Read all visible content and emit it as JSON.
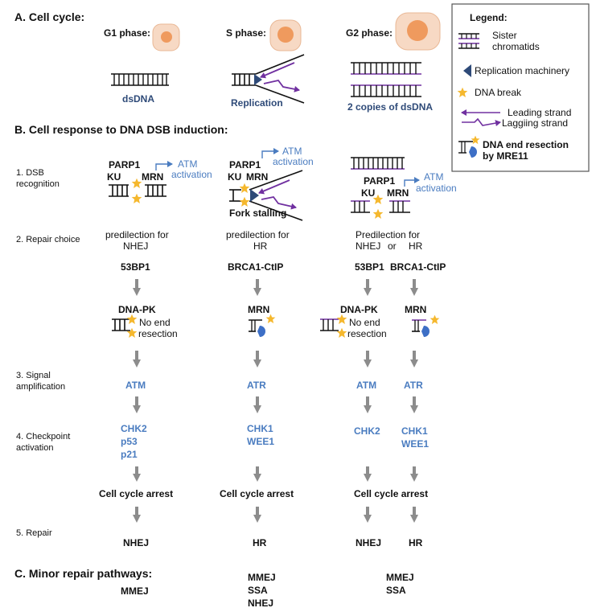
{
  "sections": {
    "a": "A. Cell cycle:",
    "b": "B. Cell response to DNA DSB induction:",
    "c": "C. Minor repair pathways:"
  },
  "phases": {
    "g1": "G1 phase:",
    "s": "S phase:",
    "g2": "G2 phase:",
    "g1_label": "dsDNA",
    "s_label": "Replication",
    "g2_label": "2 copies of dsDNA"
  },
  "legend": {
    "title": "Legend:",
    "sister_1": "Sister",
    "sister_2": "chromatids",
    "replication": "Replication machinery",
    "break": "DNA break",
    "leading": "Leading strand",
    "lagging": "Laggiing strand",
    "resection_1": "DNA  end resection",
    "resection_2": "by MRE11"
  },
  "steps": {
    "s1a": "1. DSB",
    "s1b": "recognition",
    "s2": "2. Repair choice",
    "s3a": "3. Signal",
    "s3b": "amplification",
    "s4a": "4. Checkpoint",
    "s4b": "activation",
    "s5": "5. Repair"
  },
  "recognition": {
    "parp1": "PARP1",
    "ku": "KU",
    "mrn": "MRN",
    "atm1": "ATM",
    "act": "activation",
    "fork": "Fork stalling"
  },
  "columns": {
    "c1": {
      "pred1": "predilection for",
      "pred2": "NHEJ",
      "mediator": "53BP1",
      "kinase": "DNA-PK",
      "note1": "No end",
      "note2": "resection",
      "amp": "ATM",
      "chk": [
        "CHK2",
        "p53",
        "p21"
      ],
      "arrest": "Cell cycle arrest",
      "repair": "NHEJ",
      "minor": [
        "MMEJ"
      ]
    },
    "c2": {
      "pred1": "predilection for",
      "pred2": "HR",
      "mediator": "BRCA1-CtIP",
      "kinase": "MRN",
      "amp": "ATR",
      "chk": [
        "CHK1",
        "WEE1"
      ],
      "arrest": "Cell cycle arrest",
      "repair": "HR",
      "minor": [
        "MMEJ",
        "SSA",
        "NHEJ"
      ]
    },
    "c3": {
      "pred1": "Predilection for",
      "pred2a": "NHEJ",
      "pred2b": "or",
      "pred2c": "HR",
      "mediator_a": "53BP1",
      "mediator_b": "BRCA1-CtIP",
      "kinase_a": "DNA-PK",
      "kinase_b": "MRN",
      "note1": "No end",
      "note2": "resection",
      "amp_a": "ATM",
      "amp_b": "ATR",
      "chk_a": [
        "CHK2"
      ],
      "chk_b": [
        "CHK1",
        "WEE1"
      ],
      "arrest": "Cell cycle arrest",
      "repair_a": "NHEJ",
      "repair_b": "HR",
      "minor": [
        "MMEJ",
        "SSA"
      ]
    }
  },
  "colors": {
    "blue_text": "#4a7cc0",
    "navy": "#2e4a78",
    "purple": "#7030a0",
    "star": "#f5b82e",
    "cell": "#f7d9c4",
    "nucleus": "#ef9a5e",
    "arrow": "#8c8c8c",
    "mre11": "#3d6fc6"
  }
}
